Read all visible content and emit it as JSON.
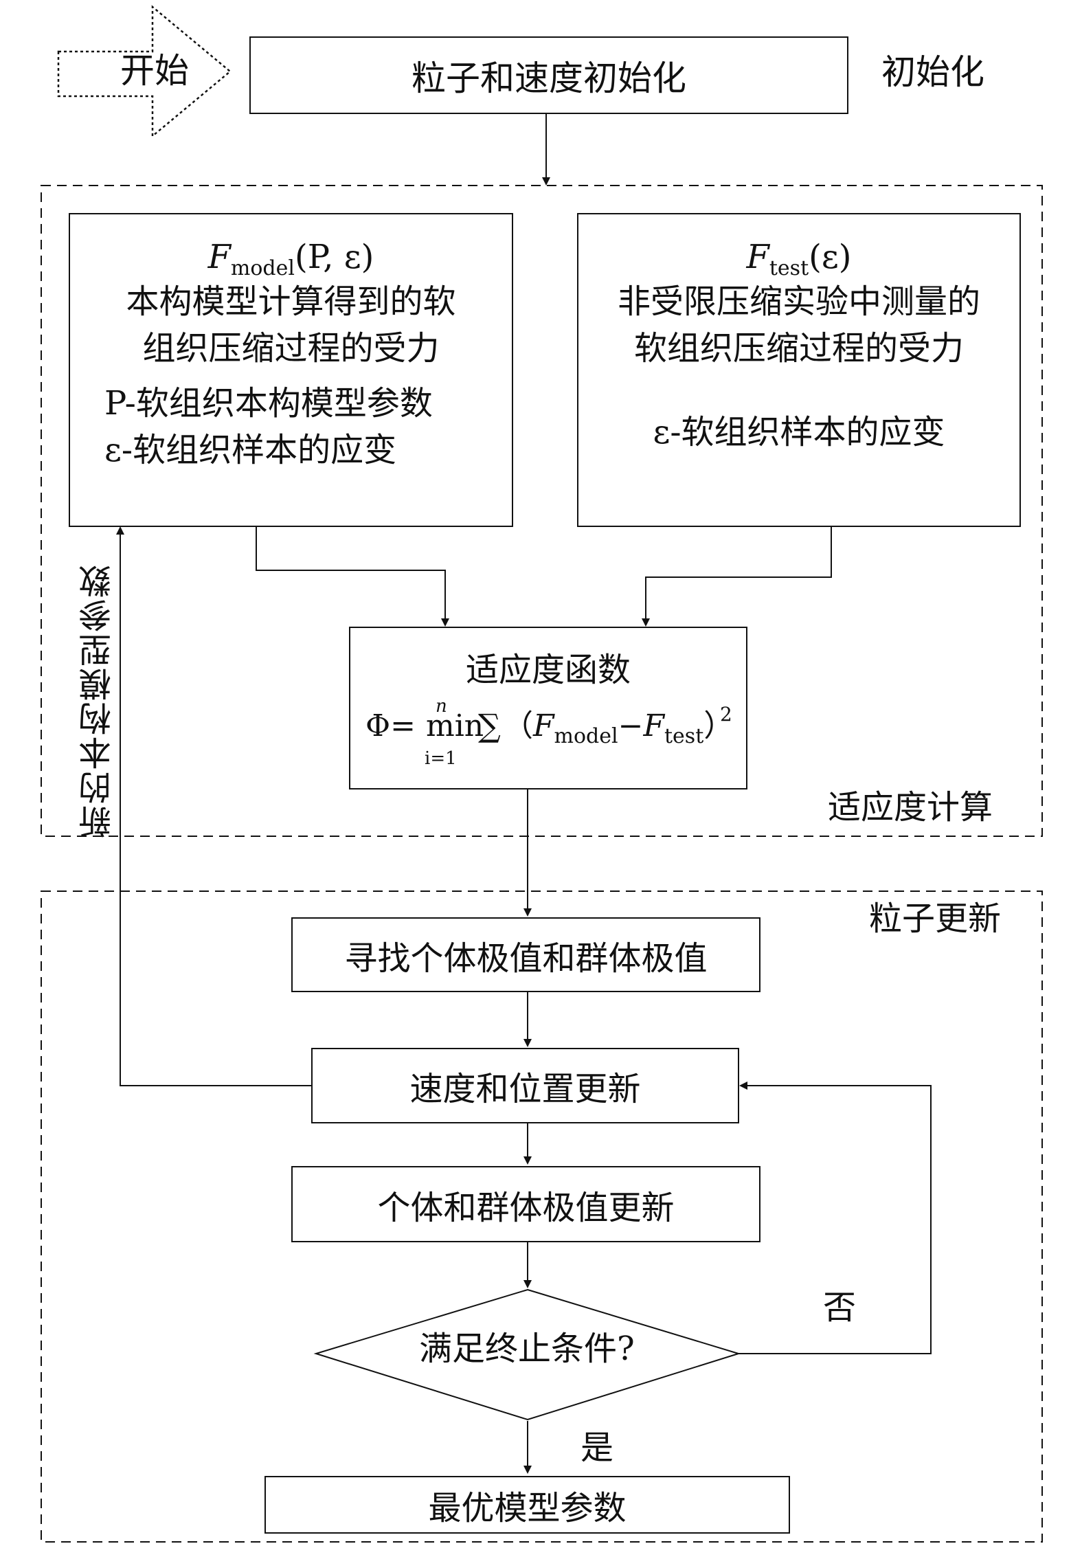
{
  "start_arrow": {
    "label": "开始"
  },
  "init": {
    "box": "粒子和速度初始化",
    "side_label": "初始化"
  },
  "fitness_section": {
    "label": "适应度计算"
  },
  "model_box": {
    "symbol": "F",
    "symbol_sub": "model",
    "symbol_args": "(P, ε)",
    "line1": "本构模型计算得到的软",
    "line2": "组织压缩过程的受力",
    "line3": "P-软组织本构模型参数",
    "line4": "ε-软组织样本的应变"
  },
  "test_box": {
    "symbol": "F",
    "symbol_sub": "test",
    "symbol_args": "(ε)",
    "line1": "非受限压缩实验中测量的",
    "line2": "软组织压缩过程的受力",
    "line3": "ε-软组织样本的应变"
  },
  "fitness_box": {
    "title": "适应度函数",
    "phi": "Φ=",
    "min": "min",
    "upper": "n",
    "lower": "i=1",
    "sum": "∑",
    "open": "（",
    "f1": "F",
    "f1_sub": "model",
    "minus": "−",
    "f2": "F",
    "f2_sub": "test",
    "close": "）",
    "power": "2"
  },
  "feedback": {
    "label": "新的本构模型参数"
  },
  "update_section": {
    "label": "粒子更新"
  },
  "steps": {
    "find_extrema": "寻找个体极值和群体极值",
    "velocity_update": "速度和位置更新",
    "extrema_update": "个体和群体极值更新",
    "decision": "满足终止条件?",
    "no": "否",
    "yes": "是",
    "result": "最优模型参数"
  }
}
